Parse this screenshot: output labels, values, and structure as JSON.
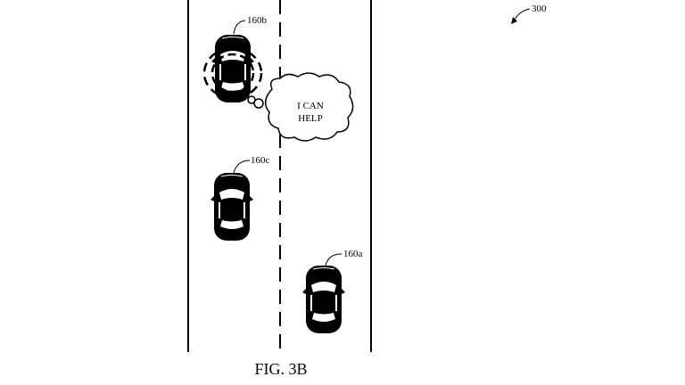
{
  "figure": {
    "caption": "FIG. 3B",
    "reference_number": "300"
  },
  "vehicles": [
    {
      "id": "160b",
      "label": "160b"
    },
    {
      "id": "160c",
      "label": "160c"
    },
    {
      "id": "160a",
      "label": "160a"
    }
  ],
  "thought_bubble": {
    "line1": "I CAN",
    "line2": "HELP"
  }
}
